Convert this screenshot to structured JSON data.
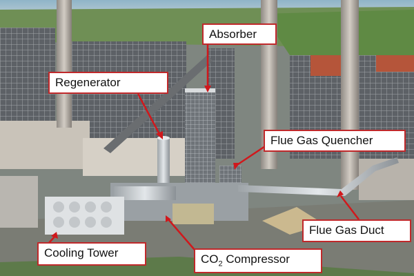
{
  "labels": {
    "absorber": "Absorber",
    "regenerator": "Regenerator",
    "flue_gas_quencher": "Flue Gas Quencher",
    "flue_gas_duct": "Flue Gas Duct",
    "cooling_tower": "Cooling Tower",
    "co2_prefix": "CO",
    "co2_subscript": "2",
    "co2_suffix": " Compressor"
  },
  "colors": {
    "callout_border": "#c0282a",
    "arrow": "#d0181c"
  }
}
